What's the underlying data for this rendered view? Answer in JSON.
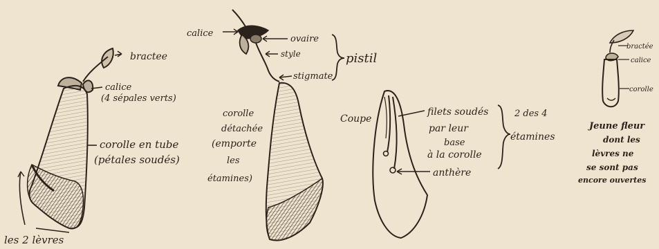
{
  "figure1": {
    "bractee": "bractee",
    "calice_line1": "calice",
    "calice_line2": "(4 sépales verts)",
    "corolle_line1": "corolle en tube",
    "corolle_line2": "(pétales soudés)",
    "levres": "les 2 lèvres"
  },
  "figure2": {
    "calice": "calice",
    "ovaire": "ovaire",
    "style": "style",
    "stigmate": "stigmate",
    "pistil": "pistil",
    "corolle_note": [
      "corolle",
      "détachée",
      "(emporte",
      "les",
      "étamines)"
    ]
  },
  "figure3": {
    "coupe": "Coupe",
    "filets": [
      "filets soudés",
      "par leur",
      "base",
      "à la corolle"
    ],
    "anthere": "anthère",
    "etamines": [
      "2 des 4",
      "étamines"
    ]
  },
  "figure4": {
    "bractee": "bractée",
    "calice": "calice",
    "corolle": "corolle",
    "caption": [
      "Jeune fleur",
      "dont les",
      "lèvres ne",
      "se sont pas",
      "encore ouvertes"
    ]
  }
}
